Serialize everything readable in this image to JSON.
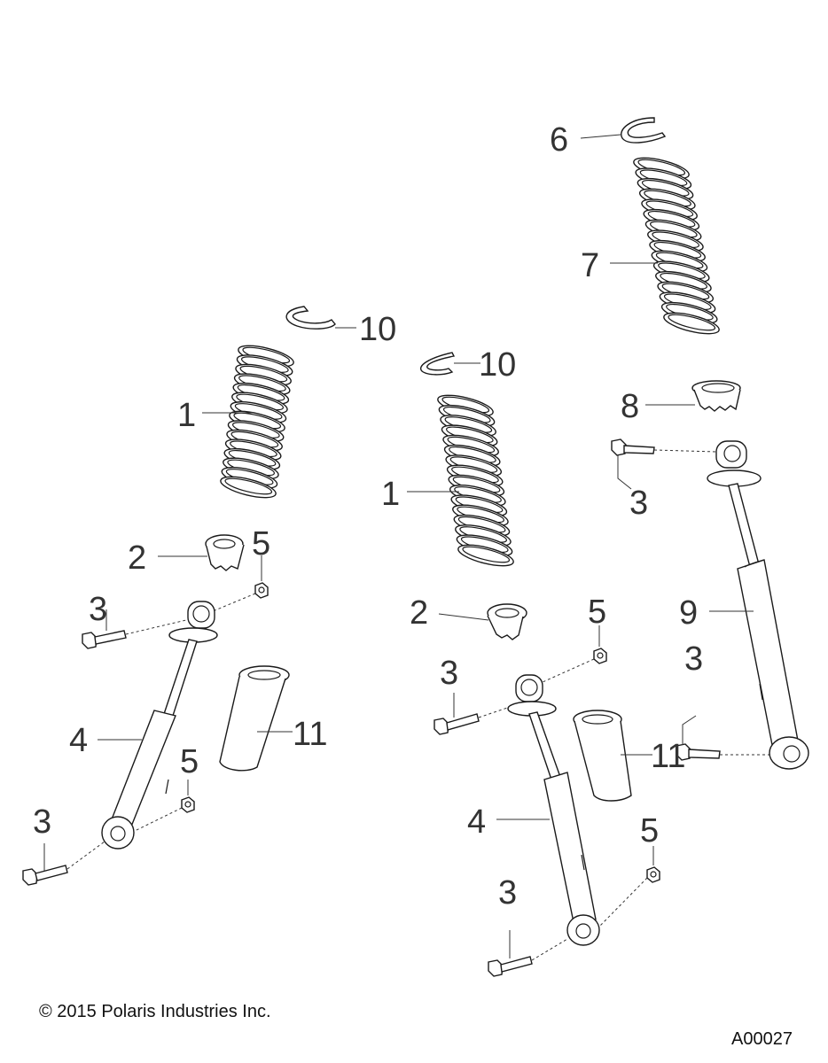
{
  "callouts": {
    "c1a": "1",
    "c1b": "1",
    "c2a": "2",
    "c2b": "2",
    "c3a": "3",
    "c3b": "3",
    "c3c": "3",
    "c3d": "3",
    "c3e": "3",
    "c3f": "3",
    "c4a": "4",
    "c4b": "4",
    "c5a": "5",
    "c5b": "5",
    "c5c": "5",
    "c5d": "5",
    "c6": "6",
    "c7": "7",
    "c8": "8",
    "c9": "9",
    "c10a": "10",
    "c10b": "10",
    "c11a": "11",
    "c11b": "11"
  },
  "footer": {
    "copyright": "© 2015 Polaris Industries Inc.",
    "drawing_id": "A00027"
  }
}
